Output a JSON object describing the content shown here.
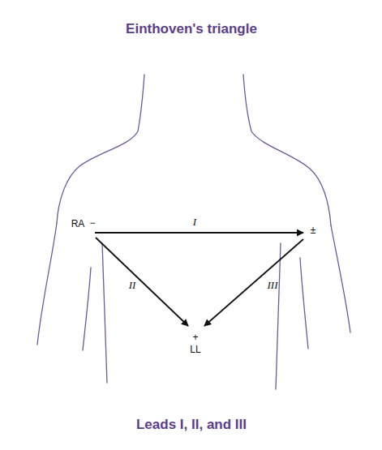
{
  "diagram": {
    "title": "Einthoven's triangle",
    "caption": "Leads I, II, and III",
    "labels": [
      "RA",
      "−",
      "I",
      "±",
      "II",
      "III",
      "+",
      "LL"
    ]
  }
}
